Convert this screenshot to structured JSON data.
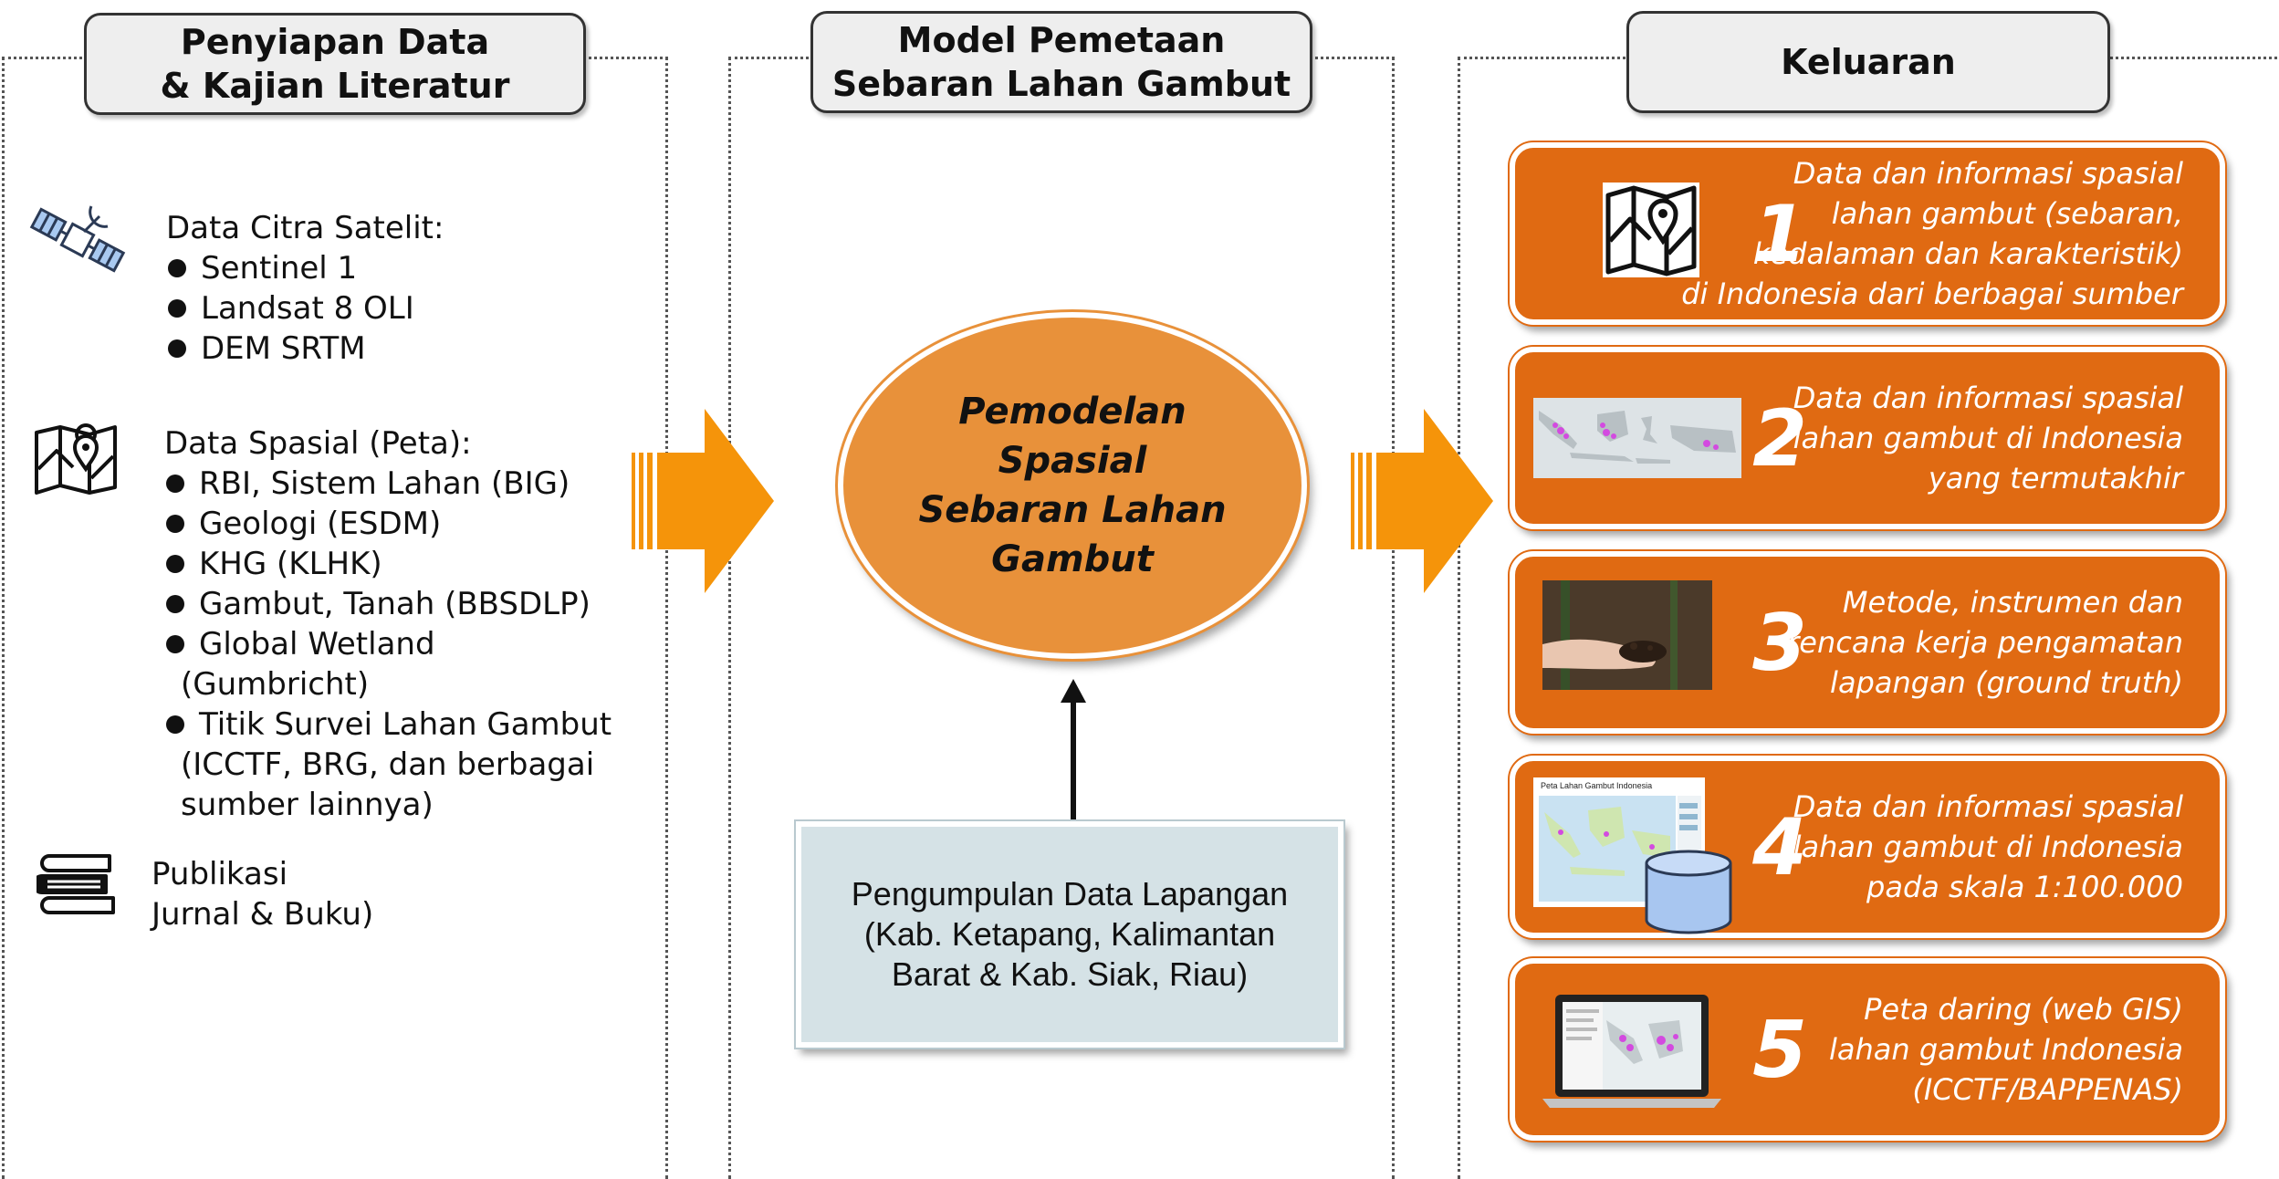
{
  "columns": {
    "left": {
      "title_lines": [
        "Penyiapan Data",
        "& Kajian Literatur"
      ]
    },
    "middle": {
      "title_lines": [
        "Model Pemetaan",
        "Sebaran Lahan Gambut"
      ]
    },
    "right": {
      "title_lines": [
        "Keluaran"
      ]
    }
  },
  "left": {
    "satellite": {
      "icon": "satellite-icon",
      "heading": "Data Citra Satelit:",
      "items": [
        "Sentinel 1",
        "Landsat 8 OLI",
        "DEM SRTM"
      ]
    },
    "spatial": {
      "icon": "map-icon",
      "heading": "Data Spasial (Peta):",
      "items": [
        {
          "lines": [
            "RBI, Sistem Lahan (BIG)"
          ]
        },
        {
          "lines": [
            "Geologi (ESDM)"
          ]
        },
        {
          "lines": [
            "KHG (KLHK)"
          ]
        },
        {
          "lines": [
            "Gambut, Tanah (BBSDLP)"
          ]
        },
        {
          "lines": [
            "Global Wetland",
            "(Gumbricht)"
          ]
        },
        {
          "lines": [
            "Titik Survei Lahan Gambut",
            "(ICCTF, BRG, dan berbagai",
            "sumber lainnya)"
          ]
        }
      ]
    },
    "publication": {
      "icon": "books-icon",
      "lines": [
        "Publikasi",
        "Jurnal &  Buku)"
      ]
    }
  },
  "middle": {
    "ellipse_lines": [
      "Pemodelan",
      "Spasial",
      "Sebaran Lahan",
      "Gambut"
    ],
    "field_box_lines": [
      "Pengumpulan Data Lapangan",
      "(Kab. Ketapang, Kalimantan",
      "Barat & Kab. Siak, Riau)"
    ]
  },
  "outputs": [
    {
      "number": "1",
      "thumb": "map-icon",
      "lines": [
        "Data dan informasi spasial",
        "lahan gambut (sebaran,",
        "kedalaman dan karakteristik)",
        "di Indonesia dari berbagai sumber"
      ]
    },
    {
      "number": "2",
      "thumb": "indonesia-map-thumbnail",
      "lines": [
        "Data dan  informasi spasial",
        "lahan gambut di Indonesia",
        "yang termutakhir"
      ]
    },
    {
      "number": "3",
      "thumb": "peat-soil-photo",
      "lines": [
        "Metode, instrumen dan",
        "rencana kerja pengamatan",
        "lapangan (ground truth)"
      ]
    },
    {
      "number": "4",
      "thumb": "peat-map-poster",
      "thumb_title": "Peta Lahan Gambut Indonesia",
      "lines": [
        "Data dan informasi spasial",
        "lahan gambut di Indonesia",
        "pada skala 1:100.000"
      ]
    },
    {
      "number": "5",
      "thumb": "laptop-webgis",
      "lines": [
        "Peta daring (web GIS)",
        "lahan gambut Indonesia",
        "(ICCTF/BAPPENAS)"
      ]
    }
  ],
  "colors": {
    "card_orange": "#e06a12",
    "ellipse_orange": "#e8913a",
    "arrow_orange": "#f5940a",
    "field_box": "#d5e2e6",
    "title_box": "#eeeeee"
  }
}
